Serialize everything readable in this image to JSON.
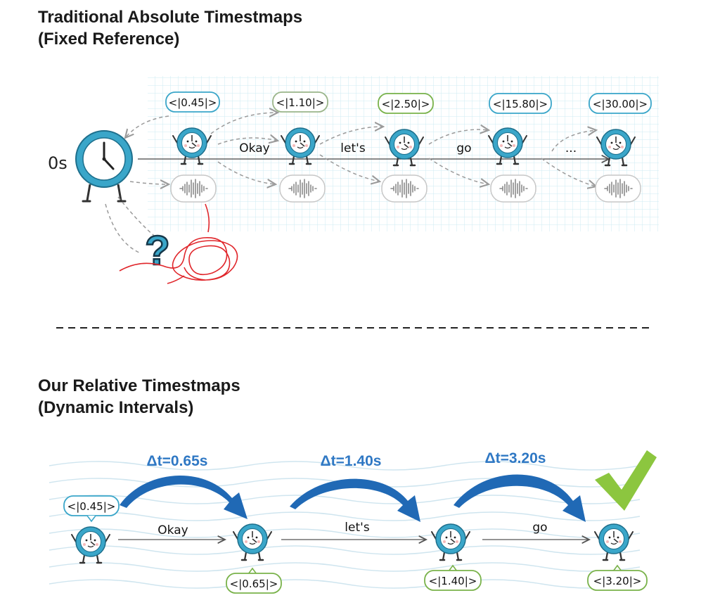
{
  "top": {
    "title_line1": "Traditional Absolute Timestmaps",
    "title_line2": "(Fixed Reference)",
    "origin_label": "0s",
    "question_glyph": "?",
    "timestamps": [
      "<|0.45|>",
      "<|1.10|>",
      "<|2.50|>",
      "<|15.80|>",
      "<|30.00|>"
    ],
    "words": [
      "Okay",
      "let's",
      "go",
      "..."
    ],
    "icons": [
      "clock-icon",
      "clock-character-icon",
      "waveform-icon",
      "question-mark-icon",
      "tangled-scribble-icon"
    ]
  },
  "bottom": {
    "title_line1": "Our Relative Timestmaps",
    "title_line2": "(Dynamic Intervals)",
    "start_timestamp": "<|0.45|>",
    "deltas": [
      "Δt=0.65s",
      "Δt=1.40s",
      "Δt=3.20s"
    ],
    "words": [
      "Okay",
      "let's",
      "go"
    ],
    "timestamps": [
      "<|0.65|>",
      "<|1.40|>",
      "<|3.20|>"
    ],
    "icons": [
      "clock-character-icon",
      "curved-arrow-icon",
      "checkmark-icon"
    ]
  },
  "colors": {
    "clock_blue": "#3aa6c9",
    "arrow_blue": "#2069b5",
    "check_green": "#8cc63f",
    "tangle_red": "#e0262b",
    "grid_blue": "#cdebf3",
    "badge_green": "#79b24a"
  }
}
